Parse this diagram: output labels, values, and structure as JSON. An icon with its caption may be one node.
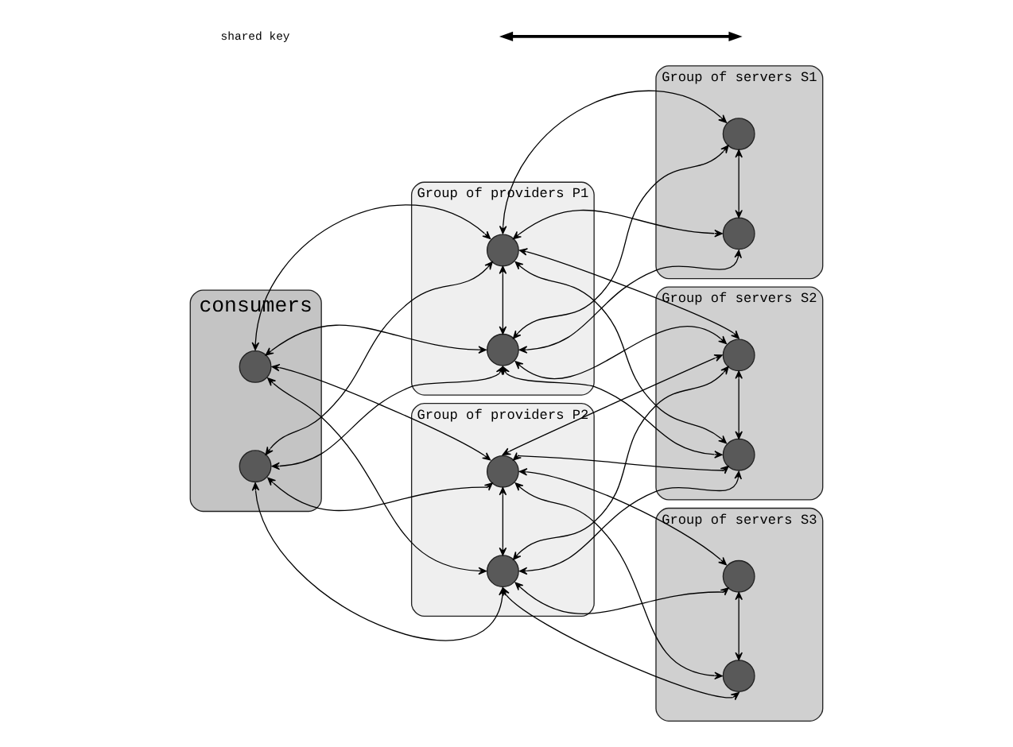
{
  "diagram": {
    "nodes": [
      {
        "text": [
          "consumers"
        ]
      },
      {
        "text": [],
        "shape": "circle",
        "in": 0
      },
      {
        "text": [],
        "shape": "circle",
        "in": 0
      },
      {
        "text": [
          "Group of providers P1"
        ]
      },
      {
        "text": [],
        "shape": "circle",
        "in": 3
      },
      {
        "text": [],
        "shape": "circle",
        "in": 3
      },
      {
        "text": [
          "Group of providers P2"
        ]
      },
      {
        "text": [],
        "shape": "circle",
        "in": 6
      },
      {
        "text": [],
        "shape": "circle",
        "in": 6
      },
      {
        "text": [
          "Group of servers S1"
        ]
      },
      {
        "text": [],
        "shape": "circle",
        "in": 9
      },
      {
        "text": [],
        "shape": "circle",
        "in": 9
      },
      {
        "text": [
          "Group of servers S2"
        ]
      },
      {
        "text": [],
        "shape": "circle",
        "in": 12
      },
      {
        "text": [],
        "shape": "circle",
        "in": 12
      },
      {
        "text": [
          "Group of servers S3"
        ]
      },
      {
        "text": [],
        "shape": "circle",
        "in": 15
      },
      {
        "text": [],
        "shape": "circle",
        "in": 15
      }
    ],
    "edges": [
      {
        "from": 1,
        "to": 4,
        "arrow": "both"
      },
      {
        "from": 1,
        "to": 5,
        "arrow": "both"
      },
      {
        "from": 2,
        "to": 4,
        "arrow": "both"
      },
      {
        "from": 2,
        "to": 5,
        "arrow": "both"
      },
      {
        "from": 1,
        "to": 7,
        "arrow": "both"
      },
      {
        "from": 1,
        "to": 8,
        "arrow": "both"
      },
      {
        "from": 2,
        "to": 7,
        "arrow": "both"
      },
      {
        "from": 2,
        "to": 8,
        "arrow": "both"
      },
      {
        "from": 4,
        "to": 5,
        "arrow": "both"
      },
      {
        "from": 7,
        "to": 8,
        "arrow": "both"
      },
      {
        "from": 10,
        "to": 11,
        "arrow": "both"
      },
      {
        "from": 13,
        "to": 14,
        "arrow": "both"
      },
      {
        "from": 16,
        "to": 17,
        "arrow": "both"
      },
      {
        "from": 4,
        "to": 10,
        "arrow": "both"
      },
      {
        "from": 4,
        "to": 11,
        "arrow": "both"
      },
      {
        "from": 5,
        "to": 10,
        "arrow": "both"
      },
      {
        "from": 5,
        "to": 11,
        "arrow": "both"
      },
      {
        "from": 4,
        "to": 13,
        "arrow": "both"
      },
      {
        "from": 4,
        "to": 14,
        "arrow": "both"
      },
      {
        "from": 5,
        "to": 13,
        "arrow": "both"
      },
      {
        "from": 5,
        "to": 14,
        "arrow": "both"
      },
      {
        "from": 7,
        "to": 13,
        "arrow": "both"
      },
      {
        "from": 7,
        "to": 14,
        "arrow": "both"
      },
      {
        "from": 8,
        "to": 13,
        "arrow": "both"
      },
      {
        "from": 8,
        "to": 14,
        "arrow": "both"
      },
      {
        "from": 7,
        "to": 16,
        "arrow": "both"
      },
      {
        "from": 7,
        "to": 17,
        "arrow": "both"
      },
      {
        "from": 8,
        "to": 16,
        "arrow": "both"
      },
      {
        "from": 8,
        "to": 17,
        "arrow": "both"
      }
    ],
    "legend": [
      {
        "text": "shared key"
      }
    ]
  }
}
